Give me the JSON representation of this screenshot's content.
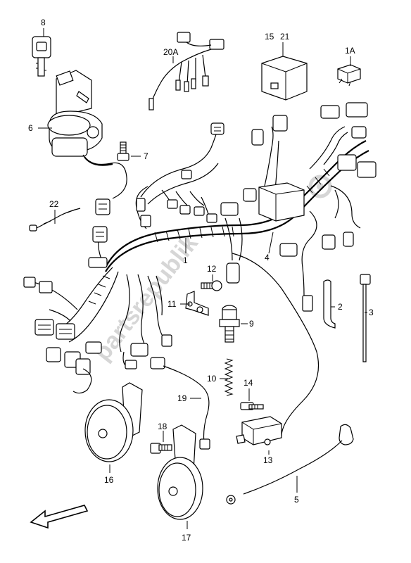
{
  "labels": {
    "l8": "8",
    "l20a": "20A",
    "l15": "15",
    "l21": "21",
    "l1a": "1A",
    "l6": "6",
    "l7": "7",
    "l22": "22",
    "l1": "1",
    "l4": "4",
    "l12": "12",
    "l11": "11",
    "l9": "9",
    "l2": "2",
    "l3": "3",
    "l10": "10",
    "l14": "14",
    "l19": "19",
    "l18": "18",
    "l16": "16",
    "l13": "13",
    "l5": "5",
    "l17": "17"
  },
  "watermark": "partsrepublik",
  "icons": {
    "direction_arrow": "front-direction-arrow-icon",
    "watermark_gear": "gear-icon"
  }
}
